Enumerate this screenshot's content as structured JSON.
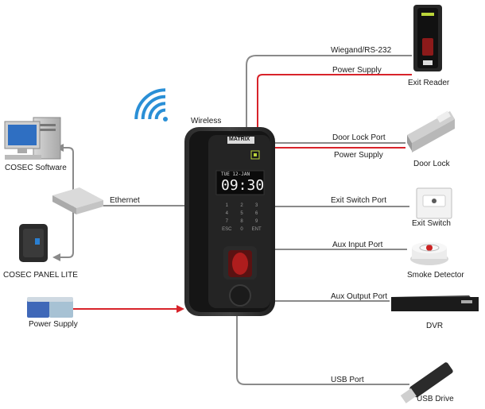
{
  "labels": {
    "wiegand": "Wiegand/RS-232",
    "power_supply_exit": "Power Supply",
    "exit_reader": "Exit Reader",
    "wireless": "Wireless",
    "door_lock_port": "Door Lock Port",
    "power_supply_door": "Power Supply",
    "door_lock": "Door Lock",
    "cosec_software": "COSEC Software",
    "ethernet": "Ethernet",
    "exit_switch_port": "Exit Switch Port",
    "exit_switch": "Exit Switch",
    "aux_input_port": "Aux Input Port",
    "smoke_detector": "Smoke Detector",
    "cosec_panel_lite": "COSEC PANEL LITE",
    "aux_output_port": "Aux Output Port",
    "power_supply_left": "Power Supply",
    "dvr": "DVR",
    "usb_port": "USB Port",
    "usb_drive": "USB Drive"
  },
  "device": {
    "brand": "MATRIX",
    "date_line": "TUE 12-JAN",
    "time": "09:30",
    "keypad": [
      "1",
      "2",
      "3",
      "4",
      "5",
      "6",
      "7",
      "8",
      "9",
      "ESC",
      "0",
      "ENT"
    ]
  },
  "colors": {
    "data_line": "#8a8a8a",
    "power_line": "#d8232a",
    "wireless": "#2a8fd6"
  }
}
